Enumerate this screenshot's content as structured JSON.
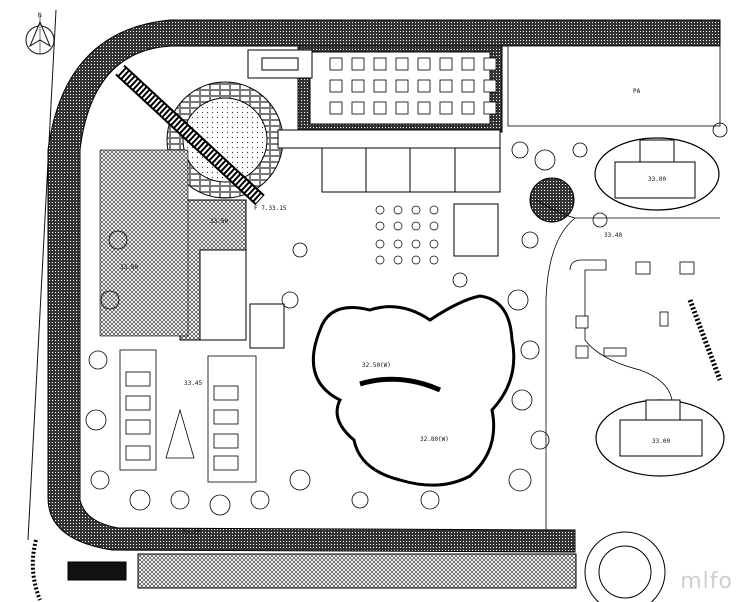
{
  "north_label": "N",
  "labels": {
    "p1": "PA",
    "elev_entry": "F 7.33.15",
    "elev_main_a": "33.45",
    "elev_main_b": "33.50",
    "elev_water_a": "32.50(W)",
    "elev_water_b": "32.80(W)",
    "elev_bldg_top": "33.00",
    "elev_bldg_bottom": "33.00",
    "elev_south": "33.30",
    "elev_east": "33.40",
    "elev_road": "33.50"
  },
  "watermark": "mlfo"
}
